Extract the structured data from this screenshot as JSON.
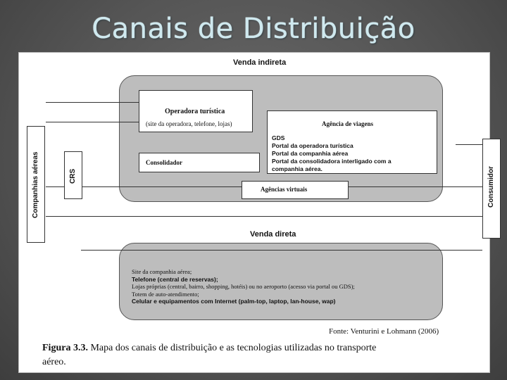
{
  "slide_title": "Canais de Distribuição",
  "diagram": {
    "venda_indireta": "Venda indireta",
    "venda_direta": "Venda direta",
    "companhias": "Companhias aéreas",
    "crs": "CRS",
    "consumidor": "Consumidor",
    "operadora_title": "Operadora turística",
    "operadora_sub": "(site da operadora, telefone, lojas)",
    "agencia_title": "Agência de viagens",
    "agencia_items": [
      "GDS",
      "Portal da operadora turística",
      "Portal da companhia aérea",
      "Portal da consolidadora interligado com a",
      "companhia aérea."
    ],
    "consolidador": "Consolidador",
    "agencias_virtuais": "Agências virtuais",
    "direta_items": [
      "Site da companhia aérea;",
      "Telefone (central de reservas);",
      "Lojas próprias (central, bairro, shopping, hotéis) ou no aeroporto (acesso via portal ou GDS);",
      "Totem de auto-atendimento;",
      "Celular e equipamentos com Internet (palm-top, laptop, lan-house, wap)"
    ],
    "fonte": "Fonte: Venturini e Lohmann (2006)",
    "caption_label": "Figura 3.3.",
    "caption_text": " Mapa dos canais de distribuição e as tecnologias utilizadas no transporte",
    "caption_text2": "aéreo."
  }
}
